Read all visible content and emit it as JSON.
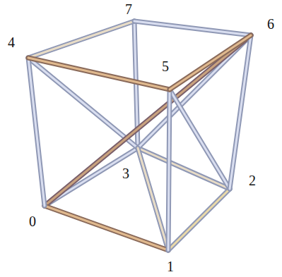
{
  "diagram": {
    "labels": [
      "7",
      "4",
      "5",
      "6",
      "3",
      "2",
      "0",
      "1"
    ]
  }
}
